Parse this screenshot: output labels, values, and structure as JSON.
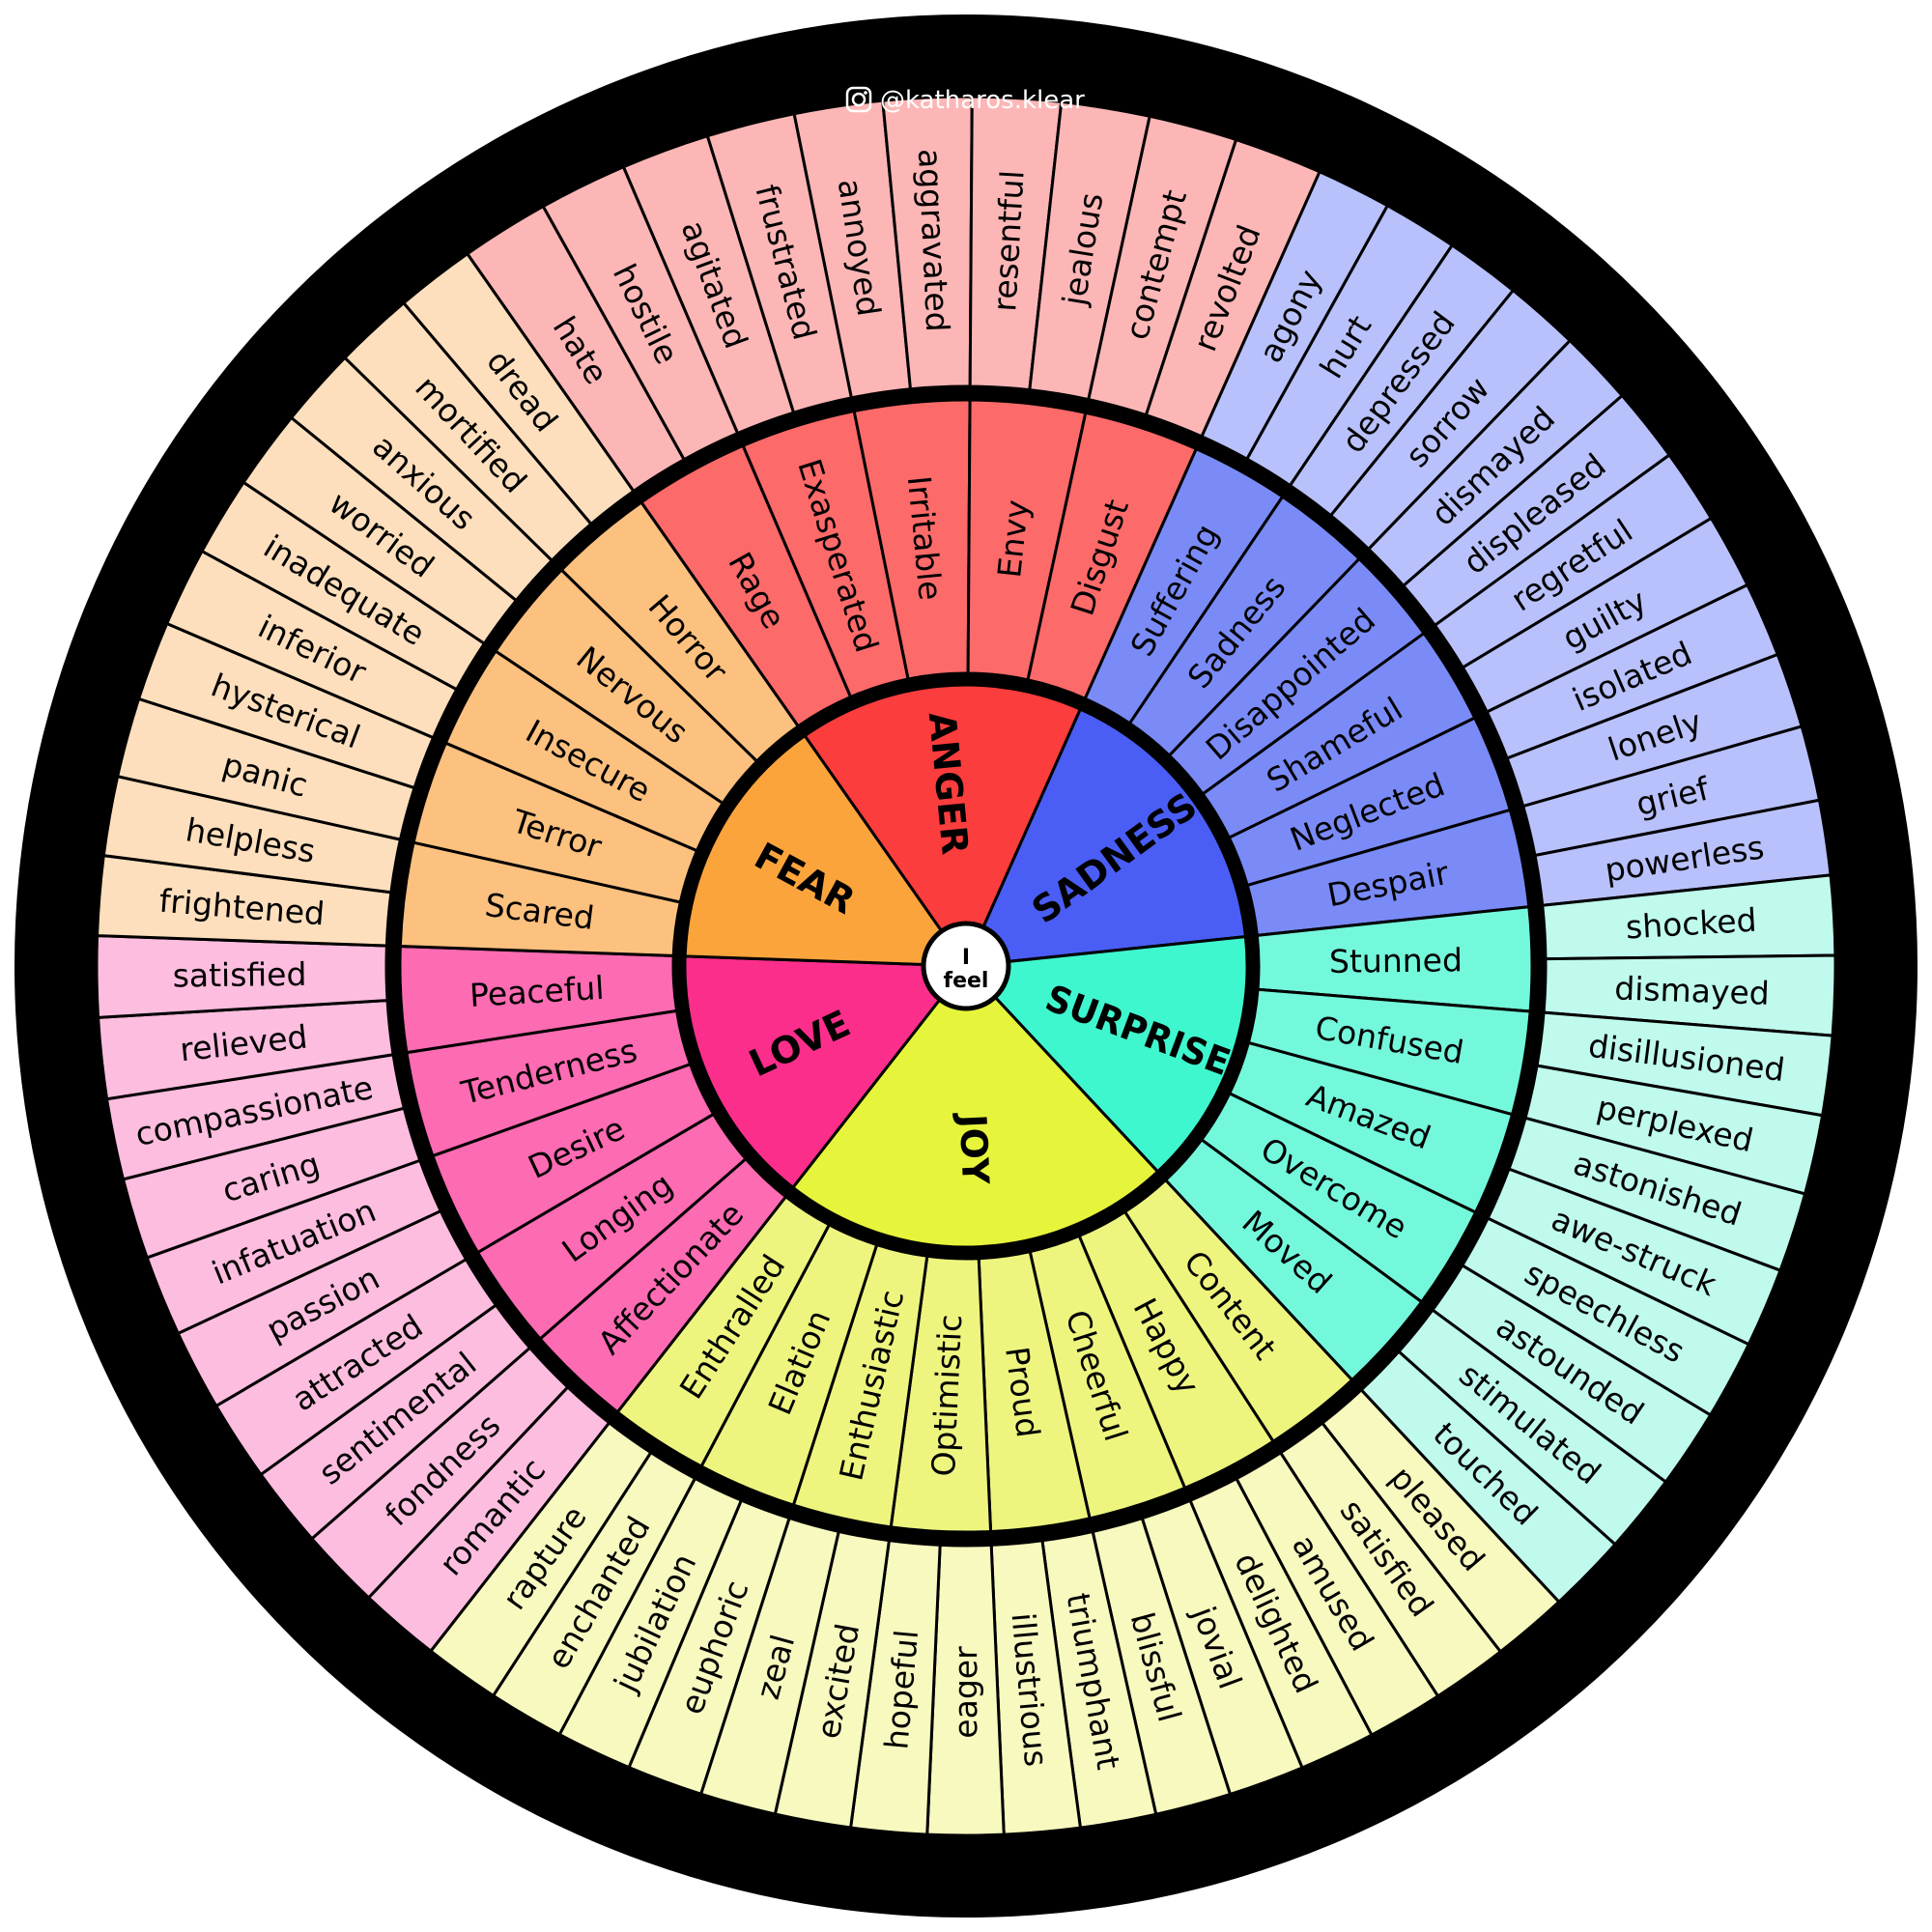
{
  "credit": {
    "handle": "@katharos.klear",
    "icon": "instagram-icon"
  },
  "center": {
    "line1": "I",
    "line2": "feel"
  },
  "colors": {
    "border": "#000000",
    "anger": {
      "core": "#fc3d3d",
      "mid": "#fd6a6a",
      "outer": "#fdb6b6"
    },
    "sadness": {
      "core": "#4a5ef6",
      "mid": "#7a8bf7",
      "outer": "#b8c1fb"
    },
    "surprise": {
      "core": "#3ff7cf",
      "mid": "#74f8dc",
      "outer": "#bffaed"
    },
    "joy": {
      "core": "#e6f53b",
      "mid": "#eef57f",
      "outer": "#f7f9bf"
    },
    "love": {
      "core": "#fc2e8c",
      "mid": "#fd6bb3",
      "outer": "#fdbddf"
    },
    "fear": {
      "core": "#fca43c",
      "mid": "#fdc17f",
      "outer": "#fedfbd"
    }
  },
  "wheel": [
    {
      "name": "ANGER",
      "key": "anger",
      "secondary": [
        "Rage",
        "Exasperated",
        "Irritable",
        "Envy",
        "Disgust"
      ],
      "tertiary": [
        "hate",
        "hostile",
        "agitated",
        "frustrated",
        "annoyed",
        "aggravated",
        "resentful",
        "jealous",
        "contempt",
        "revolted"
      ]
    },
    {
      "name": "SADNESS",
      "key": "sadness",
      "secondary": [
        "Suffering",
        "Sadness",
        "Disappointed",
        "Shameful",
        "Neglected",
        "Despair"
      ],
      "tertiary": [
        "agony",
        "hurt",
        "depressed",
        "sorrow",
        "dismayed",
        "displeased",
        "regretful",
        "guilty",
        "isolated",
        "lonely",
        "grief",
        "powerless"
      ]
    },
    {
      "name": "SURPRISE",
      "key": "surprise",
      "secondary": [
        "Stunned",
        "Confused",
        "Amazed",
        "Overcome",
        "Moved"
      ],
      "tertiary": [
        "shocked",
        "dismayed",
        "disillusioned",
        "perplexed",
        "astonished",
        "awe-struck",
        "speechless",
        "astounded",
        "stimulated",
        "touched"
      ]
    },
    {
      "name": "JOY",
      "key": "joy",
      "secondary": [
        "Content",
        "Happy",
        "Cheerful",
        "Proud",
        "Optimistic",
        "Enthusiastic",
        "Elation",
        "Enthralled"
      ],
      "tertiary": [
        "pleased",
        "satisfied",
        "amused",
        "delighted",
        "jovial",
        "blissful",
        "triumphant",
        "illustrious",
        "eager",
        "hopeful",
        "excited",
        "zeal",
        "euphoric",
        "jubilation",
        "enchanted",
        "rapture"
      ]
    },
    {
      "name": "LOVE",
      "key": "love",
      "secondary": [
        "Affectionate",
        "Longing",
        "Desire",
        "Tenderness",
        "Peaceful"
      ],
      "tertiary": [
        "romantic",
        "fondness",
        "sentimental",
        "attracted",
        "passion",
        "infatuation",
        "caring",
        "compassionate",
        "relieved",
        "satisfied"
      ]
    },
    {
      "name": "FEAR",
      "key": "fear",
      "secondary": [
        "Scared",
        "Terror",
        "Insecure",
        "Nervous",
        "Horror"
      ],
      "tertiary": [
        "frightened",
        "helpless",
        "panic",
        "hysterical",
        "inferior",
        "inadequate",
        "worried",
        "anxious",
        "mortified",
        "dread"
      ]
    }
  ]
}
